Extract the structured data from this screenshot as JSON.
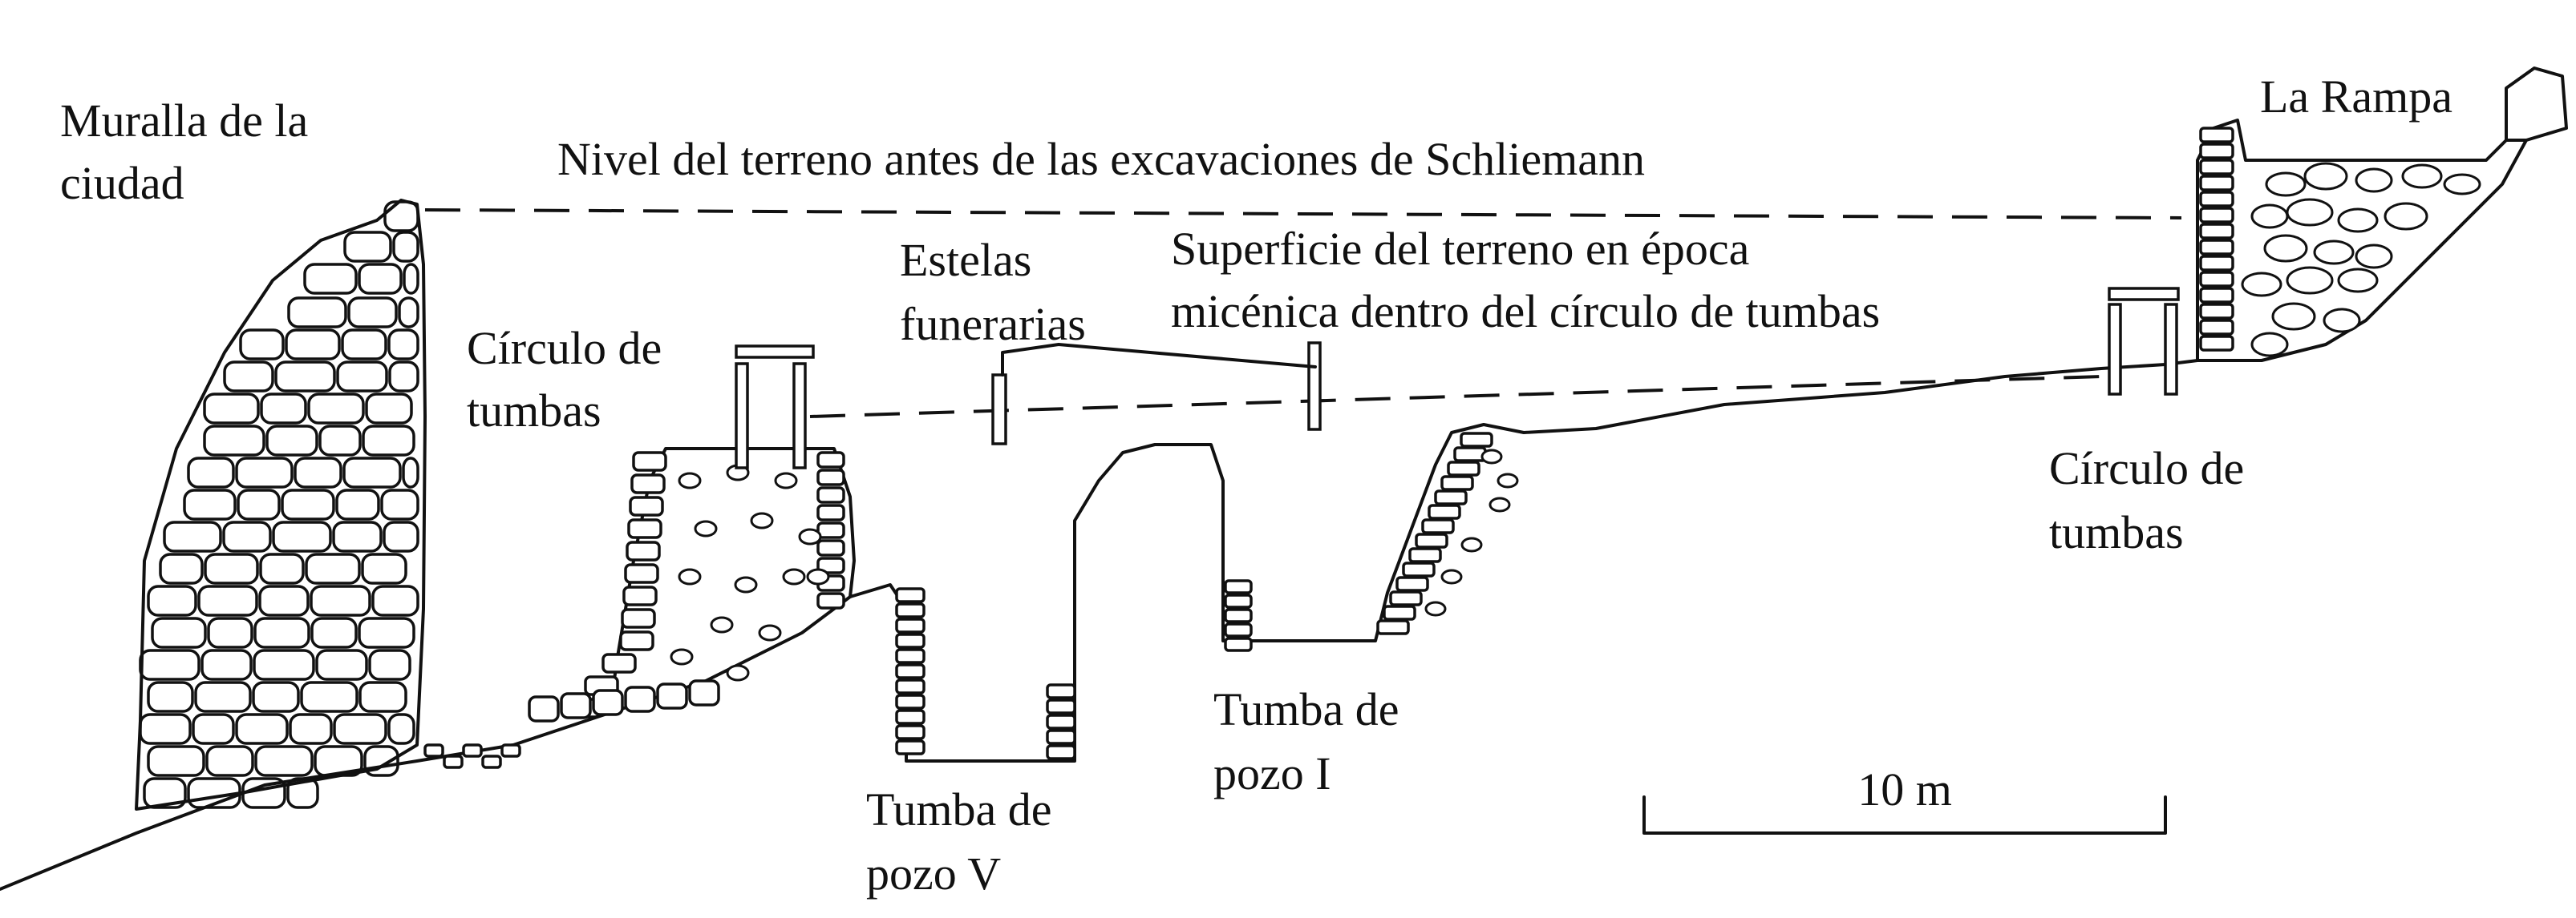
{
  "labels": {
    "city_wall_line1": "Muralla de la",
    "city_wall_line2": "ciudad",
    "ground_level_before": "Nivel del terreno antes de las excavaciones de Schliemann",
    "stelae_line1": "Estelas",
    "stelae_line2": "funerarias",
    "mycenaean_surface_line1": "Superficie del terreno en época",
    "mycenaean_surface_line2": "micénica dentro del círculo de tumbas",
    "grave_circle_left_line1": "Círculo de",
    "grave_circle_left_line2": "tumbas",
    "grave_circle_right_line1": "Círculo de",
    "grave_circle_right_line2": "tumbas",
    "ramp": "La Rampa",
    "shaft_grave_v_line1": "Tumba de",
    "shaft_grave_v_line2": "pozo V",
    "shaft_grave_i_line1": "Tumba de",
    "shaft_grave_i_line2": "pozo I",
    "scale": "10 m"
  },
  "colors": {
    "ink": "#111111",
    "paper": "#ffffff"
  }
}
